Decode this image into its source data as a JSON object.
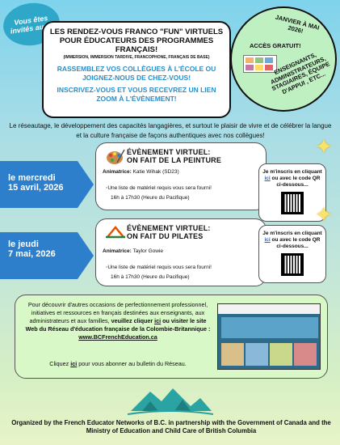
{
  "badge": {
    "text": "Vous êtes invités aux..."
  },
  "header": {
    "title": "LES RENDEZ-VOUS FRANCO \"FUN\" VIRTUELS POUR ÉDUCATEURS DES PROGRAMMES FRANÇAIS!",
    "subtitle": "(IMMERSION, IMMERSION TARDIVE, FRANCOPHONE, FRANÇAIS DE BASE)",
    "line1": "RASSEMBLEZ VOS COLLÈGUES À L'ÉCOLE OU JOIGNEZ-NOUS DE CHEZ-VOUS!",
    "line2": "INSCRIVEZ-VOUS ET VOUS RECEVREZ UN LIEN ZOOM À L'ÉVÈNEMENT!"
  },
  "circle": {
    "date_range": "JANVIER À MAI 2026!",
    "free": "ACCÈS GRATUIT!",
    "audience": "ENSEIGNANTS, ADMINISTRATEURS, STAGIAIRES, ÉQUIPE D'APPUI , ETC..."
  },
  "intro": "Le réseautage, le développement des capacités langagières, et surtout le plaisir de vivre et de célébrer la langue et la culture française de façons authentiques avec nos collègues!",
  "events": [
    {
      "day": "le mercredi",
      "date": "15 avril, 2026",
      "title1": "ÉVÈNEMENT VIRTUEL:",
      "title2": "ON FAIT DE LA PEINTURE",
      "host_label": "Animatrice:",
      "host_name": "Katie Wihak (SD23)",
      "materials": "Une liste de matériel requis vous sera fourni!",
      "time": "16h à 17h30 (Heure du Pacifique)",
      "icon": "palette-icon",
      "qr_pre": "Je m'inscris en cliquant",
      "qr_link": "ici",
      "qr_post": "ou avec le code QR ci-dessous..."
    },
    {
      "day": "le jeudi",
      "date": "7 mai, 2026",
      "title1": "ÉVÈNEMENT VIRTUEL:",
      "title2": "ON FAIT DU PILATES",
      "host_label": "Animatrice:",
      "host_name": "Taylor Gowie",
      "materials": "Une liste de matériel requis vous sera fourni!",
      "time": "16h à 17h30 (Heure du Pacifique)",
      "icon": "pilates-icon",
      "qr_pre": "Je m'inscris en cliquant",
      "qr_link": "ici",
      "qr_post": "ou avec le code QR ci-dessous..."
    }
  ],
  "info": {
    "p1": "Pour découvrir d'autres occasions de perfectionnement professionnel, initiatives et ressources en français destinées aux enseignants, aux administrateurs et aux familles,",
    "p2a": "veuillez cliquer",
    "p2link": "ici",
    "p2b": "ou visiter le site Web du Réseau d'éducation française de la Colombie-Britannique :",
    "site": "www.BCFrenchEducation.ca",
    "sub_a": "Cliquez",
    "sub_link": "ici",
    "sub_b": "pour vous abonner au bulletin du Réseau."
  },
  "footer": "Organized by the French Educator Networks of B.C. in partnership with the Government of Canada and the Ministry of Education and Child Care of British Columbia",
  "colors": {
    "accent": "#2e7fcb",
    "link": "#2563c9",
    "card_green": "#d9f8c8",
    "circle_green": "#bff0c2"
  }
}
